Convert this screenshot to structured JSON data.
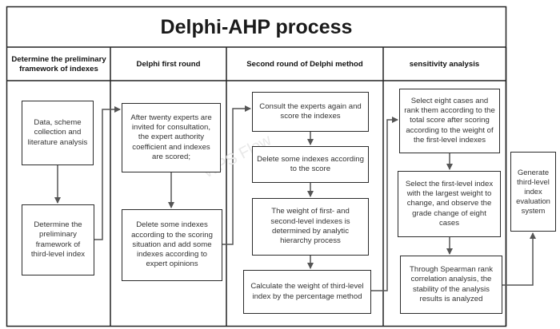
{
  "title": "Delphi-AHP process",
  "columns": [
    "Determine the preliminary framework of indexes",
    "Delphi first round",
    "Second round of Delphi method",
    "sensitivity analysis"
  ],
  "boxes": {
    "data_collection": "Data, scheme collection and literature analysis",
    "preliminary_framework": "Determine the preliminary framework of third-level index",
    "first_round_consult": "After twenty experts are invited for consultation, the expert authority coefficient and indexes are scored;",
    "first_round_delete": "Delete some indexes according to the scoring situation and add some indexes according to expert opinions",
    "consult_again": "Consult the experts again and score the indexes",
    "delete_by_score": "Delete some indexes according to the score",
    "ahp_weight": "The weight of first- and second-level indexes is determined by analytic hierarchy process",
    "percentage_weight": "Calculate the weight of third-level index by the percentage method",
    "select_cases": "Select eight cases and rank them according to the total score after scoring according to the weight of the first-level indexes",
    "largest_weight": "Select the first-level index with the largest weight to change, and observe the grade change of eight cases",
    "spearman": "Through Spearman rank correlation analysis, the stability of the analysis results is analyzed",
    "generate_system": "Generate third-level index evaluation system"
  }
}
